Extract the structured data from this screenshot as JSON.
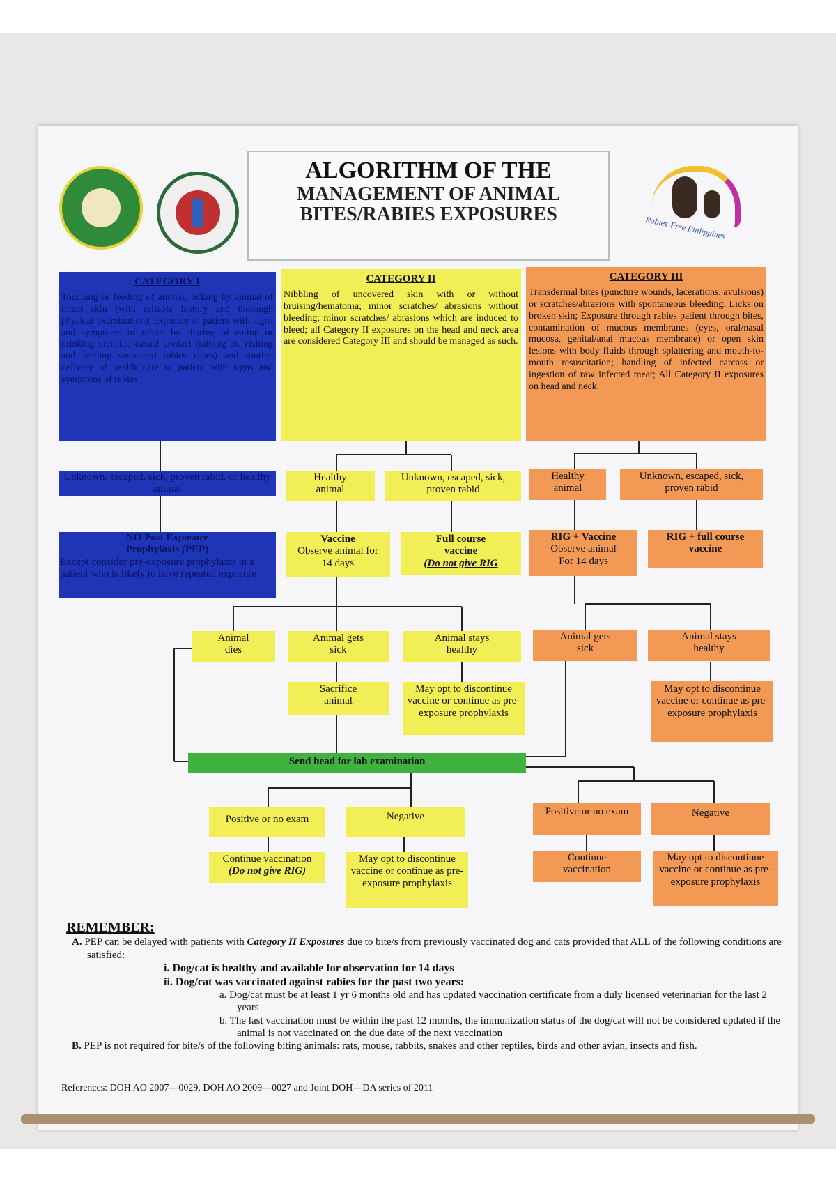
{
  "title": {
    "line1": "ALGORITHM OF THE",
    "line2": "MANAGEMENT OF ANIMAL",
    "line3": "BITES/RABIES EXPOSURES"
  },
  "logo_text": "Rabies-Free Philippines",
  "categories": [
    {
      "heading": "CATEGORY I",
      "description": "Touching or feeding of animal; licking by animal of intact skin (with reliable history and thorough physical examination); exposure to patient with signs and symptoms of rabies by sharing of eating or drinking utensils; casual contact (talking to, visiting and feeding suspected rabies cases) and routine delivery of health care to patient with signs and symptoms of rabies"
    },
    {
      "heading": "CATEGORY II",
      "description": "Nibbling of uncovered skin with or without bruising/hematoma; minor scratches/ abrasions without bleeding; minor scratches/ abrasions which are induced to bleed; all Category II exposures on the head and neck area are considered Category III and should be managed as such."
    },
    {
      "heading": "CATEGORY III",
      "description": "Transdermal bites (puncture wounds, lacerations, avulsions) or scratches/abrasions with spontaneous bleeding; Licks on broken skin; Exposure through rabies patient through bites, contamination of mucous membranes (eyes, oral/nasal mucosa, genital/anal mucous membrane) or open skin lesions with body fluids through splattering and mouth-to-mouth resuscitation; handling of infected carcass or ingestion of raw infected meat; All Category II exposures on head and neck."
    }
  ],
  "cat1": {
    "animal": "Unknown, escaped, sick, proven rabid, or healthy animal",
    "action_title": "NO Post Exposure Prophylaxis (PEP)",
    "action_note": "Except consider pre-exposure prophylaxis in a patient who is likely to have repeated exposure"
  },
  "cat2": {
    "healthy": "Healthy animal",
    "unknown": "Unknown, escaped, sick, proven rabid",
    "vaccine_title": "Vaccine",
    "vaccine_note": "Observe animal for 14 days",
    "full_title": "Full course vaccine",
    "full_note": "(Do not give RIG",
    "dies": "Animal dies",
    "gets_sick": "Animal gets sick",
    "stays_healthy": "Animal stays healthy",
    "sacrifice": "Sacrifice animal",
    "opt": "May opt to discontinue vaccine or continue as pre-exposure prophylaxis"
  },
  "cat3": {
    "healthy": "Healthy animal",
    "unknown": "Unknown, escaped, sick, proven rabid",
    "rig_title": "RIG + Vaccine",
    "rig_note": "Observe animal For 14 days",
    "rig_full": "RIG + full course vaccine",
    "gets_sick": "Animal gets sick",
    "stays_healthy": "Animal stays healthy",
    "opt": "May opt to discontinue vaccine or continue as pre-exposure prophylaxis"
  },
  "lab": "Send head for lab examination",
  "results": {
    "left_positive": "Positive or no exam",
    "left_negative": "Negative",
    "left_continue": "Continue vaccination",
    "left_continue_note": "(Do not give RIG)",
    "left_opt": "May opt to discontinue vaccine or continue as pre-exposure prophylaxis",
    "right_positive": "Positive or no exam",
    "right_negative": "Negative",
    "right_continue": "Continue vaccination",
    "right_opt": "May opt to discontinue vaccine or continue as pre-exposure prophylaxis"
  },
  "remember": {
    "heading": "REMEMBER:",
    "a_prefix": "A.",
    "a_text1": "PEP can be delayed with patients with",
    "a_link": "Category II Exposures",
    "a_text2": "due to bite/s from previously vaccinated dog and cats provided that ALL of the following conditions are satisfied:",
    "i_label": "i.",
    "i_text": "Dog/cat is healthy and available for observation for 14 days",
    "ii_label": "ii.",
    "ii_text": "Dog/cat was vaccinated against rabies for the past two years:",
    "a_sub_label": "a.",
    "a_sub": "Dog/cat must be at least 1 yr 6 months old and has updated vaccination certificate from a duly licensed veterinarian for the last 2 years",
    "b_sub_label": "b.",
    "b_sub": "The last vaccination must be within the past 12 months, the immunization status of the dog/cat will not be considered updated if the animal is not vaccinated on the due date of the next vaccination",
    "b_prefix": "B.",
    "b_text": "PEP is not required for bite/s of the following biting animals: rats, mouse, rabbits, snakes and other reptiles, birds and other avian, insects and fish."
  },
  "references": "References: DOH AO 2007—0029, DOH AO 2009—0027 and Joint DOH—DA series of 2011"
}
